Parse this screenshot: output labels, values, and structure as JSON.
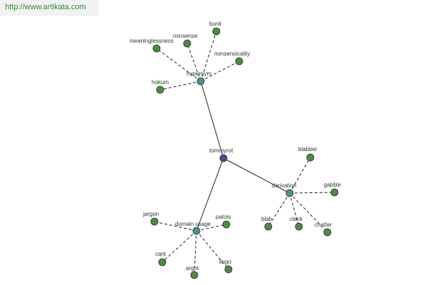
{
  "banner": {
    "url": "http://www.artikata.com"
  },
  "colors": {
    "edge": "#222222",
    "root_fill": "#4a4f8a",
    "hub_fill": "#4f8f96",
    "leaf_fill": "#4e8a44",
    "node_stroke": "#1e3a1e",
    "banner_text": "#2e8b2e"
  },
  "graph": {
    "root": {
      "id": "tommyrot",
      "label": "tommyrot"
    },
    "hubs": [
      {
        "id": "hypernym",
        "label": "hypernym",
        "children": [
          "bunk",
          "nonsense",
          "meaninglessness",
          "nonsensicality",
          "hokum"
        ]
      },
      {
        "id": "derivation",
        "label": "derivation",
        "children": [
          "blabber",
          "gabble",
          "blab",
          "clack",
          "chatter"
        ]
      },
      {
        "id": "domain_usage",
        "label": "domain usage",
        "children": [
          "jargon",
          "patois",
          "cant",
          "argot",
          "lingo"
        ]
      }
    ]
  }
}
